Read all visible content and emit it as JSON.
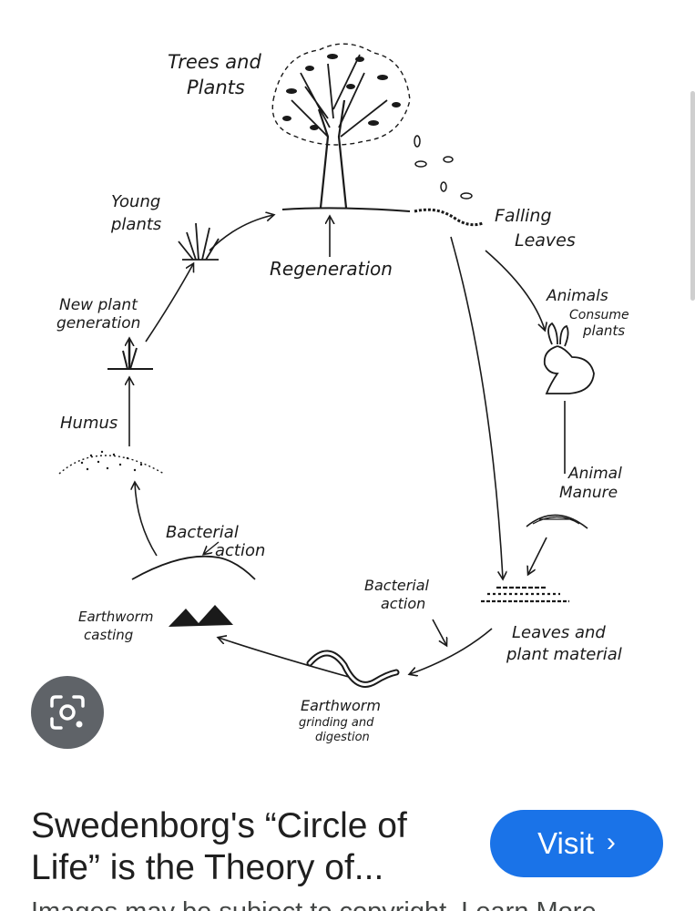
{
  "diagram": {
    "labels": {
      "trees_1": "Trees and",
      "trees_2": "Plants",
      "falling_1": "Falling",
      "falling_2": "Leaves",
      "regeneration": "Regeneration",
      "young_1": "Young",
      "young_2": "plants",
      "newgen_1": "New plant",
      "newgen_2": "generation",
      "humus": "Humus",
      "animals_1": "Animals",
      "animals_2": "Consume",
      "animals_3": "plants",
      "manure_1": "Animal",
      "manure_2": "Manure",
      "bact1_1": "Bacterial",
      "bact1_2": "action",
      "bact2_1": "Bacterial",
      "bact2_2": "action",
      "casting_1": "Earthworm",
      "casting_2": "casting",
      "leaves_1": "Leaves and",
      "leaves_2": "plant material",
      "worm_1": "Earthworm",
      "worm_2": "grinding and",
      "worm_3": "digestion"
    }
  },
  "result": {
    "title_line1": "Swedenborg's “Circle of",
    "title_line2": "Life” is the Theory of...",
    "visit_label": "Visit",
    "visit_chevron": "›",
    "copyright": "Images may be subject to copyright. Learn More"
  },
  "icons": {
    "lens": "camera-search-icon",
    "chevron": "chevron-right-icon"
  },
  "colors": {
    "visit_button": "#1a73e8",
    "lens_button": "#5f6368"
  }
}
